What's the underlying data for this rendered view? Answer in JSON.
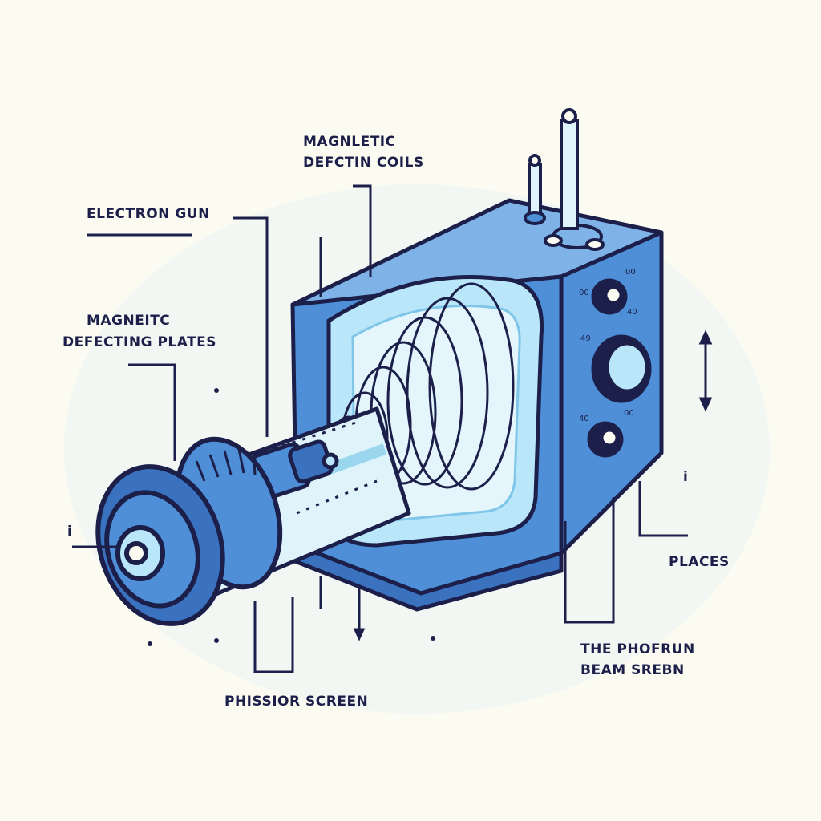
{
  "labels": {
    "magnetic_coils_line1": "MAGNLETIC",
    "magnetic_coils_line2": "DEFCTIN COILS",
    "electron_gun": "ELECTRON GUN",
    "plates_line1": "MAGNEITC",
    "plates_line2": "DEFECTING PLATES",
    "places": "PLACES",
    "beam_screen_line1": "THE PHOFRUN",
    "beam_screen_line2": "BEAM SREBN",
    "phissior_screen": "PHISSIOR SCREEN",
    "left_marker": "i",
    "right_marker": "i"
  },
  "knob_marks": [
    "00",
    "00",
    "40",
    "49",
    "40",
    "00"
  ],
  "colors": {
    "background": "#fbfbf2",
    "outline": "#1c1f4a",
    "body_blue": "#4f8fd8",
    "light_blue": "#b9e6f8",
    "glass": "#e4f6fc"
  }
}
